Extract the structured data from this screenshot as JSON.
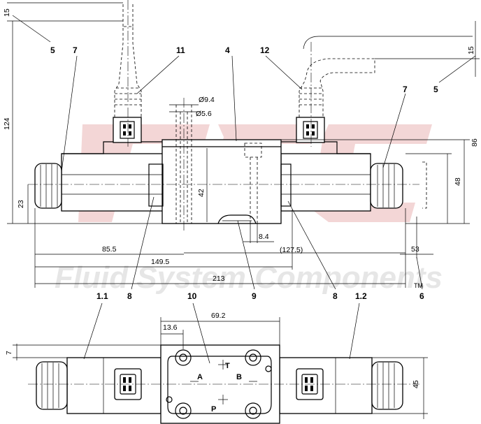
{
  "watermark": {
    "logo": "FSC",
    "text": "Fluid System Components",
    "trademark": "TM",
    "logo_color": "#f3d6d6",
    "text_color": "#e6e6e6"
  },
  "dimensions": {
    "d15_top": "15",
    "d124": "124",
    "d23": "23",
    "d9_4": "Ø9.4",
    "d5_6": "Ø5.6",
    "d42": "42",
    "d8_4": "8.4",
    "d127_5": "(127.5)",
    "d85_5": "85.5",
    "d149_5": "149.5",
    "d213": "213",
    "d53": "53",
    "d15_right": "15",
    "d86": "86",
    "d48": "48",
    "d13_6": "13.6",
    "d69_2": "69.2",
    "d7": "7",
    "d45": "45"
  },
  "refs": {
    "r5_left": "5",
    "r7_left": "7",
    "r11": "11",
    "r4": "4",
    "r12": "12",
    "r5_right": "5",
    "r7_right": "7",
    "r8_left": "8",
    "r9": "9",
    "r8_right": "8",
    "r6": "6",
    "r1_1": "1.1",
    "r10": "10",
    "r1_2": "1.2"
  },
  "ports": {
    "A": "A",
    "B": "B",
    "P": "P",
    "T": "T"
  }
}
